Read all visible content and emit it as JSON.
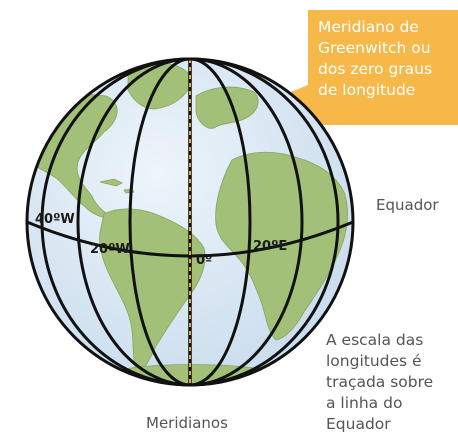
{
  "callout": {
    "lines": [
      "Meridiano de",
      "Greenwitch ou",
      "dos zero graus",
      "de longitude"
    ],
    "color": "#f7b84a"
  },
  "labels": {
    "equador": "Equador",
    "meridianos": "Meridianos",
    "escala_lines": [
      "A escala das",
      "longitudes é",
      "traçada sobre",
      "a linha do",
      "Equador"
    ]
  },
  "degree_labels": {
    "w40": "40ºW",
    "w20": "20ºW",
    "zero": "0º",
    "e20": "20ºE"
  },
  "colors": {
    "ocean": "#dceaf5",
    "land": "#a3c079",
    "lines": "#111111",
    "greenwich": "#c8962a"
  }
}
